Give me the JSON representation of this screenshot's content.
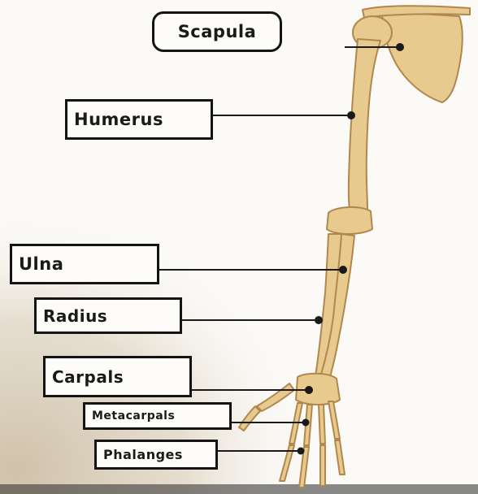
{
  "labels": {
    "scapula": "Scapula",
    "humerus": "Humerus",
    "ulna": "Ulna",
    "radius": "Radius",
    "carpals": "Carpals",
    "metacarpals": "Metacarpals",
    "phalanges": "Phalanges"
  },
  "colors": {
    "bone_fill": "#e8c98e",
    "bone_stroke": "#b0884e",
    "leader_line": "#1a1a1a",
    "label_border": "#141414",
    "background": "#fbfaf7",
    "shadow": "#d6cbb7"
  }
}
